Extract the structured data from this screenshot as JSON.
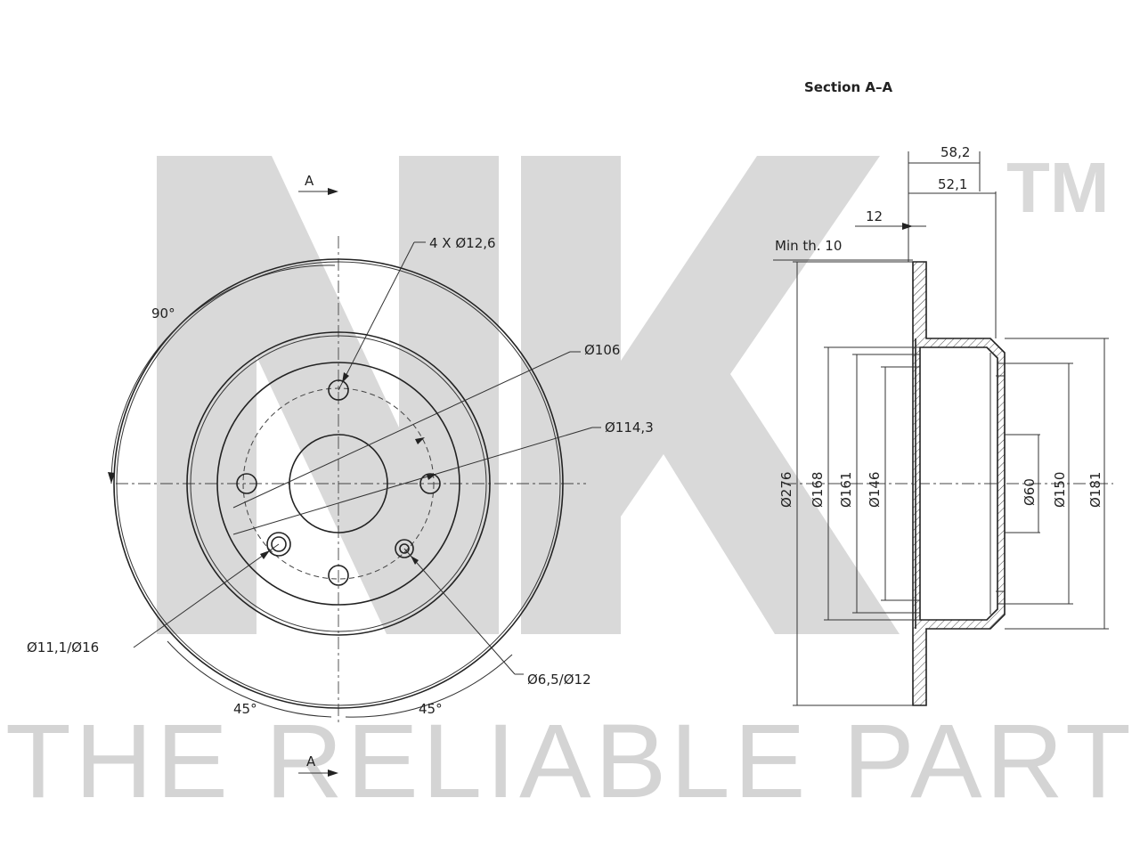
{
  "watermark": {
    "brand": "NK",
    "trademark": "TM",
    "tagline": "THE RELIABLE PART"
  },
  "front_view": {
    "section_marker_top": "A",
    "section_marker_bottom": "A",
    "angle_90": "90°",
    "angle_45_left": "45°",
    "angle_45_right": "45°",
    "holes_callout": "4 X Ø12,6",
    "pcd_106": "Ø106",
    "pcd_114": "Ø114,3",
    "hole_left_callout": "Ø11,1/Ø16",
    "hole_right_callout": "Ø6,5/Ø12"
  },
  "section_view": {
    "title": "Section A–A",
    "total_height": "58,2",
    "hat_height": "52,1",
    "thickness": "12",
    "min_thickness": "Min th. 10",
    "dia_276": "Ø276",
    "dia_168": "Ø168",
    "dia_161": "Ø161",
    "dia_146": "Ø146",
    "dia_60": "Ø60",
    "dia_150": "Ø150",
    "dia_181": "Ø181"
  }
}
